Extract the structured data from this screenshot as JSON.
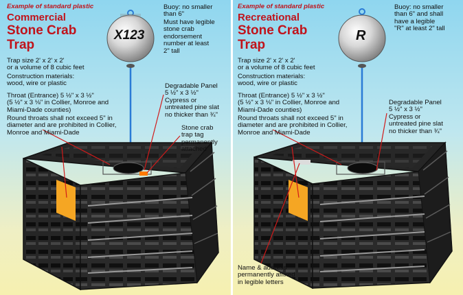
{
  "colors": {
    "accent_red": "#c0131b",
    "leader_red": "#d11a1a",
    "tag_orange": "#ff7a00",
    "slat_orange": "#f5a623",
    "rope_blue": "#2a7bd6"
  },
  "left_panel": {
    "header": "Example of standard plastic",
    "title_line1": "Commercial",
    "title_line2": "Stone Crab",
    "title_line3": "Trap",
    "buoy_marking": "X123",
    "buoy_note": "Buoy: no smaller\nthan 6\"",
    "endorsement_note": "Must have legible\nstone crab\nendorsement\nnumber at least\n2\" tall",
    "trap_size": "Trap size 2' x 2' x 2'\nor a volume of 8 cubic feet",
    "materials": "Construction materials:\nwood, wire or plastic",
    "throat": "Throat (Entrance) 5 ½\" x 3 ½\"\n(5 ½\" x 3 ⅛\" in Collier, Monroe and\nMiami-Dade counties)",
    "round_throats": "Round throats shall not exceed 5\" in\ndiameter and are prohibited in Collier,\nMonroe and Miami-Dade",
    "degradable": "Degradable Panel\n5 ½\" x 3 ½\"",
    "cypress": "Cypress or\nuntreated pine slat\nno thicker than ¾\"",
    "trap_tag": "Stone crab\ntrap tag\npermanently\nattached"
  },
  "right_panel": {
    "header": "Example of standard plastic",
    "title_line1": "Recreational",
    "title_line2": "Stone Crab",
    "title_line3": "Trap",
    "buoy_marking": "R",
    "buoy_note": "Buoy: no smaller\nthan 6\" and shall\nhave a legible\n\"R\" at least 2\" tall",
    "trap_size": "Trap size 2' x 2' x 2'\nor a volume of 8 cubic feet",
    "materials": "Construction materials:\nwood, wire or plastic",
    "throat": "Throat (Entrance) 5 ½\" x 3 ½\"\n(5 ½\" x 3 ⅛\" in Collier, Monroe and\nMiami-Dade counties)",
    "round_throats": "Round throats shall not exceed 5\" in\ndiameter and are prohibited in Collier,\nMonroe and Miami-Dade",
    "degradable": "Degradable Panel\n5 ½\" x 3 ½\"",
    "cypress": "Cypress or\nuntreated pine slat\nno thicker than ¾\"",
    "name_address": "Name & address\npermanently affixed\nin legible letters"
  }
}
